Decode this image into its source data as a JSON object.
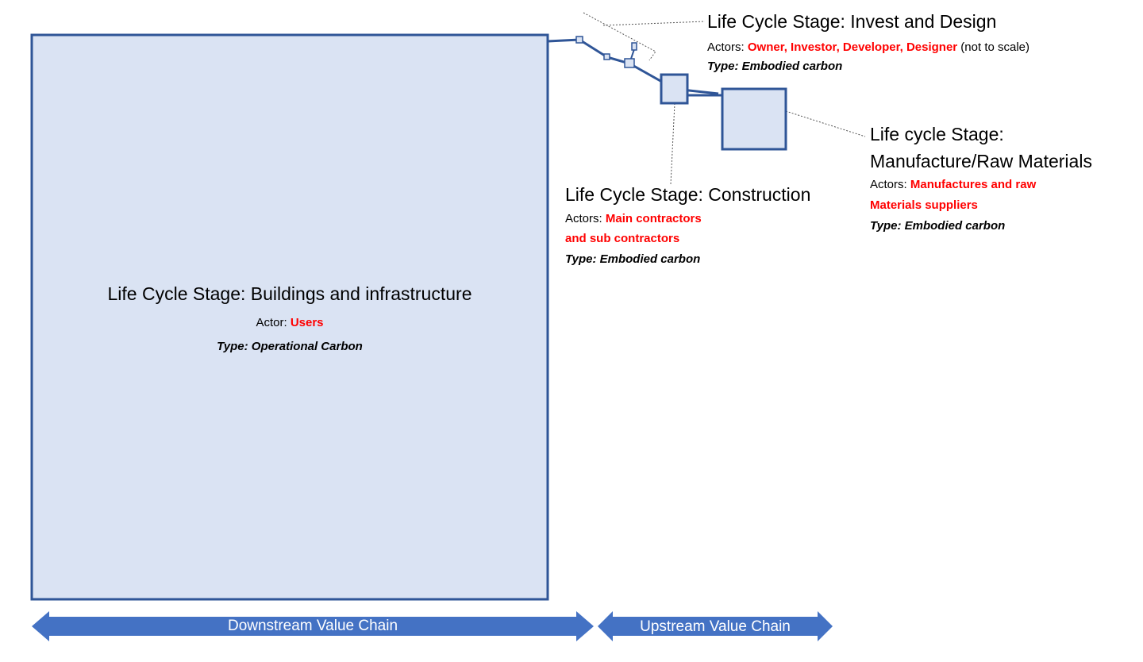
{
  "colors": {
    "box_fill": "#dae3f3",
    "box_stroke": "#2f5597",
    "arrow_fill": "#4472c4",
    "actor_highlight": "#ff0000"
  },
  "buildings": {
    "title": "Life Cycle Stage: Buildings and infrastructure",
    "actor_prefix": "Actor: ",
    "actor": "Users",
    "type": "Type: Operational Carbon"
  },
  "invest": {
    "title": "Life Cycle Stage: Invest and Design",
    "actor_prefix": "Actors: ",
    "actor": "Owner, Investor, Developer, Designer",
    "note": " (not to scale)",
    "type": "Type: Embodied carbon"
  },
  "construction": {
    "title": "Life Cycle Stage: Construction",
    "actor_prefix": "Actors: ",
    "actor_line1": "Main contractors",
    "actor_line2": "and sub contractors",
    "type": "Type: Embodied carbon"
  },
  "manufacture": {
    "title_line1": "Life cycle Stage:",
    "title_line2": "Manufacture/Raw Materials",
    "actor_prefix": "Actors: ",
    "actor_line1": "Manufactures and raw",
    "actor_line2": "Materials suppliers",
    "type": "Type: Embodied carbon"
  },
  "value_chain": {
    "downstream": "Downstream Value Chain",
    "upstream": "Upstream Value Chain"
  }
}
